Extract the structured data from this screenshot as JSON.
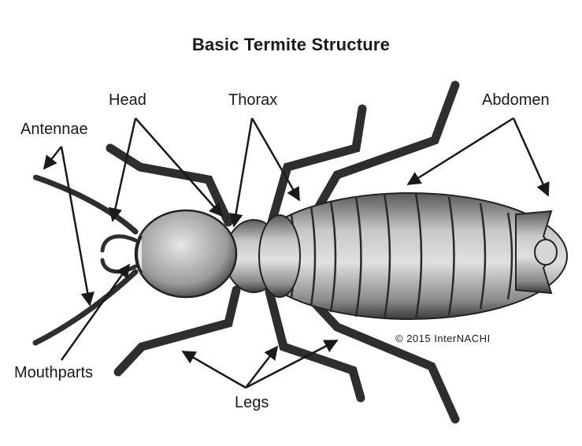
{
  "title": "Basic Termite Structure",
  "labels": {
    "head": "Head",
    "thorax": "Thorax",
    "abdomen": "Abdomen",
    "antennae": "Antennae",
    "mouthparts": "Mouthparts",
    "legs": "Legs"
  },
  "copyright": "© 2015 InterNACHI",
  "colors": {
    "ink": "#1a1a1a",
    "body_fill": "#bdbdbd",
    "body_dark": "#4a4a4a",
    "background": "#ffffff"
  }
}
